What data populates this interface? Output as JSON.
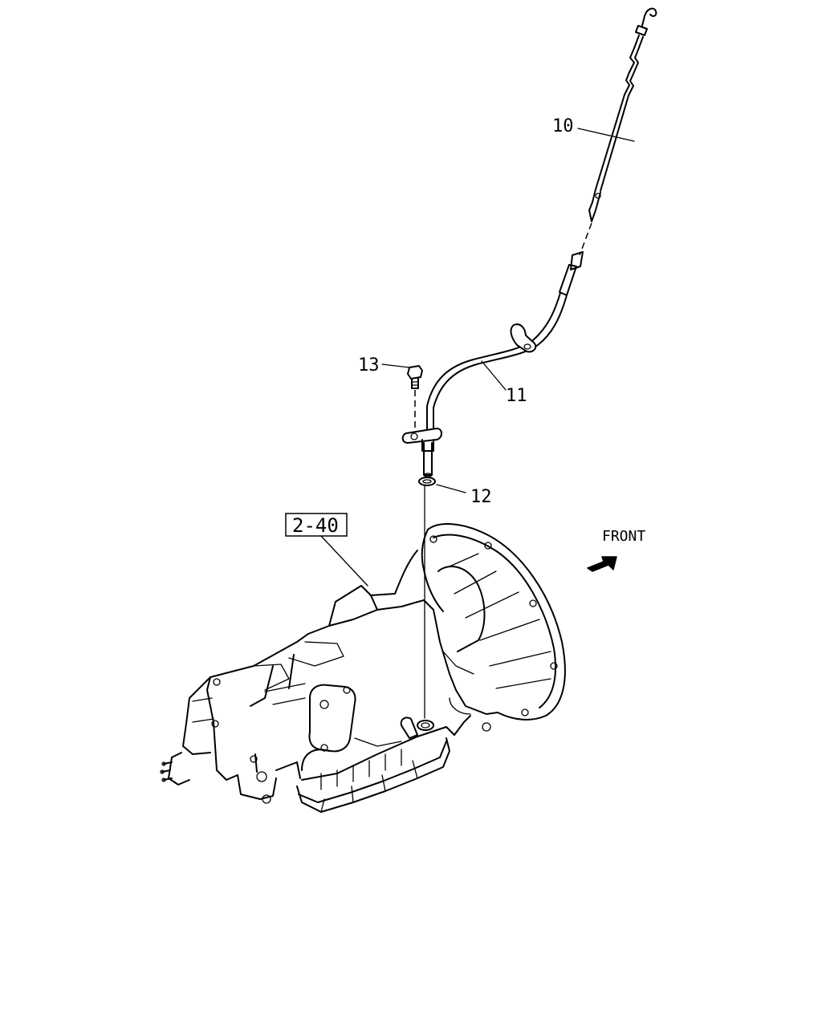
{
  "callouts": {
    "p10": "10",
    "p11": "11",
    "p12": "12",
    "p13": "13"
  },
  "reference": "2-40",
  "direction": {
    "label": "FRONT",
    "icon": "front-arrow-icon"
  },
  "components": [
    "dipstick-icon",
    "filler-tube-icon",
    "o-ring-icon",
    "bolt-icon",
    "transmission-icon"
  ]
}
